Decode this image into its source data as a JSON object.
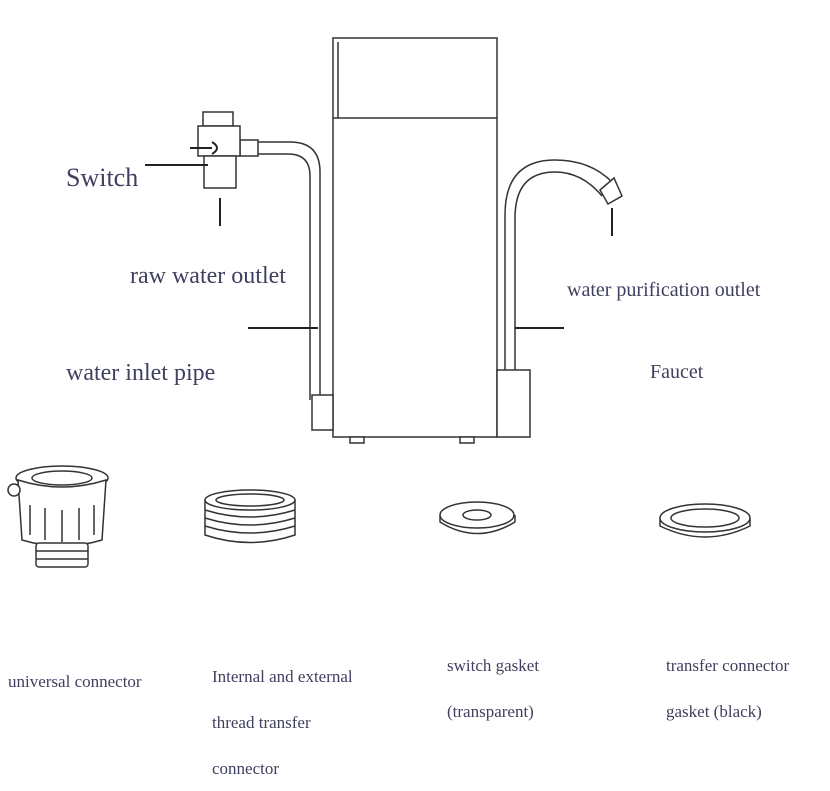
{
  "labels": {
    "switch": "Switch",
    "raw_water_outlet": "raw water outlet",
    "water_inlet_pipe": "water inlet pipe",
    "water_purification_outlet": "water purification outlet",
    "faucet": "Faucet"
  },
  "parts": [
    {
      "lines": [
        "universal connector"
      ]
    },
    {
      "lines": [
        "Internal and external",
        "thread transfer",
        "connector"
      ]
    },
    {
      "lines": [
        "switch gasket",
        "(transparent)"
      ]
    },
    {
      "lines": [
        "transfer connector",
        "gasket (black)"
      ]
    }
  ]
}
